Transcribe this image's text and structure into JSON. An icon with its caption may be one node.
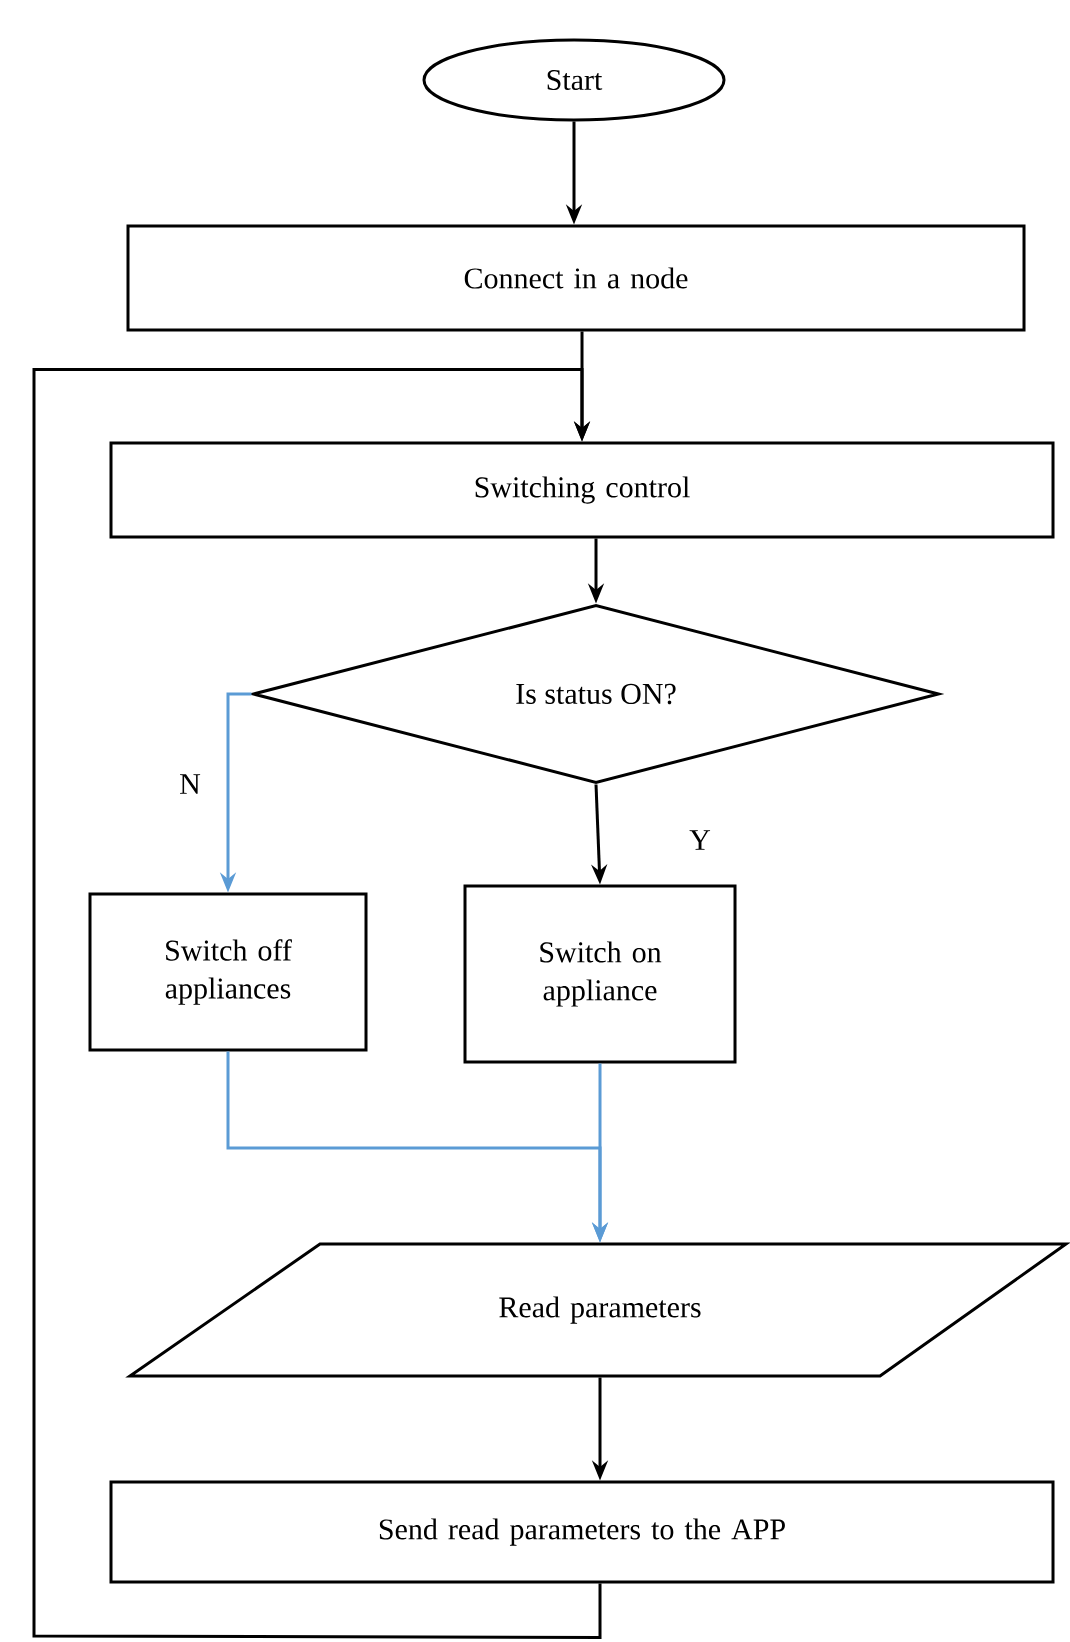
{
  "diagram": {
    "nodes": [
      {
        "text": [
          "Start"
        ]
      },
      {
        "text": [
          "Connect in a node"
        ]
      },
      {
        "text": [
          "Switching control"
        ]
      },
      {
        "text": [
          "Is status ON?"
        ]
      },
      {
        "text": [
          "Switch off appliances"
        ]
      },
      {
        "text": [
          "Switch on appliance"
        ]
      },
      {
        "text": [
          "Read parameters"
        ]
      },
      {
        "text": [
          "Send read parameters to the APP"
        ]
      }
    ],
    "edges": [
      {
        "from": 0,
        "to": 1,
        "arrow": "to"
      },
      {
        "from": 1,
        "to": 2,
        "arrow": "to"
      },
      {
        "from": 2,
        "to": 3,
        "arrow": "to"
      },
      {
        "from": 3,
        "to": 4,
        "arrow": "to",
        "label": "N",
        "color": "#5b9bd5"
      },
      {
        "from": 3,
        "to": 5,
        "arrow": "to",
        "label": "Y"
      },
      {
        "from": 4,
        "to": 6,
        "arrow": "to",
        "color": "#5b9bd5"
      },
      {
        "from": 5,
        "to": 6,
        "arrow": "to",
        "color": "#5b9bd5"
      },
      {
        "from": 6,
        "to": 7,
        "arrow": "to"
      },
      {
        "from": 7,
        "to": 2,
        "arrow": "to"
      }
    ]
  }
}
